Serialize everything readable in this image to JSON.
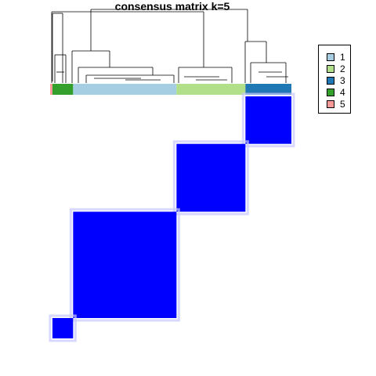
{
  "chart_data": {
    "type": "heatmap",
    "title": "consensus matrix k=5",
    "colorscale": {
      "low": "#ffffff",
      "high": "#0000ff"
    },
    "cluster_colors": {
      "1": "#a6cee3",
      "2": "#b2df8a",
      "3": "#1f78b4",
      "4": "#33a02c",
      "5": "#fb9a99"
    },
    "column_order_clusters": [
      "5",
      "4",
      "1",
      "2",
      "3"
    ],
    "column_cluster_sizes": [
      1,
      9,
      45,
      30,
      20
    ],
    "row_order_clusters": [
      "3",
      "2",
      "1",
      "4"
    ],
    "row_cluster_sizes": [
      21,
      30,
      47,
      9
    ],
    "blocks": [
      {
        "row_cluster": "3",
        "col_cluster": "3",
        "value": 1.0
      },
      {
        "row_cluster": "2",
        "col_cluster": "2",
        "value": 1.0
      },
      {
        "row_cluster": "1",
        "col_cluster": "1",
        "value": 1.0
      },
      {
        "row_cluster": "4",
        "col_cluster": "4",
        "value": 1.0
      }
    ],
    "legend": {
      "position": "top-right",
      "entries": [
        {
          "label": "1",
          "color": "#a6cee3"
        },
        {
          "label": "2",
          "color": "#b2df8a"
        },
        {
          "label": "3",
          "color": "#1f78b4"
        },
        {
          "label": "4",
          "color": "#33a02c"
        },
        {
          "label": "5",
          "color": "#fb9a99"
        }
      ]
    }
  }
}
